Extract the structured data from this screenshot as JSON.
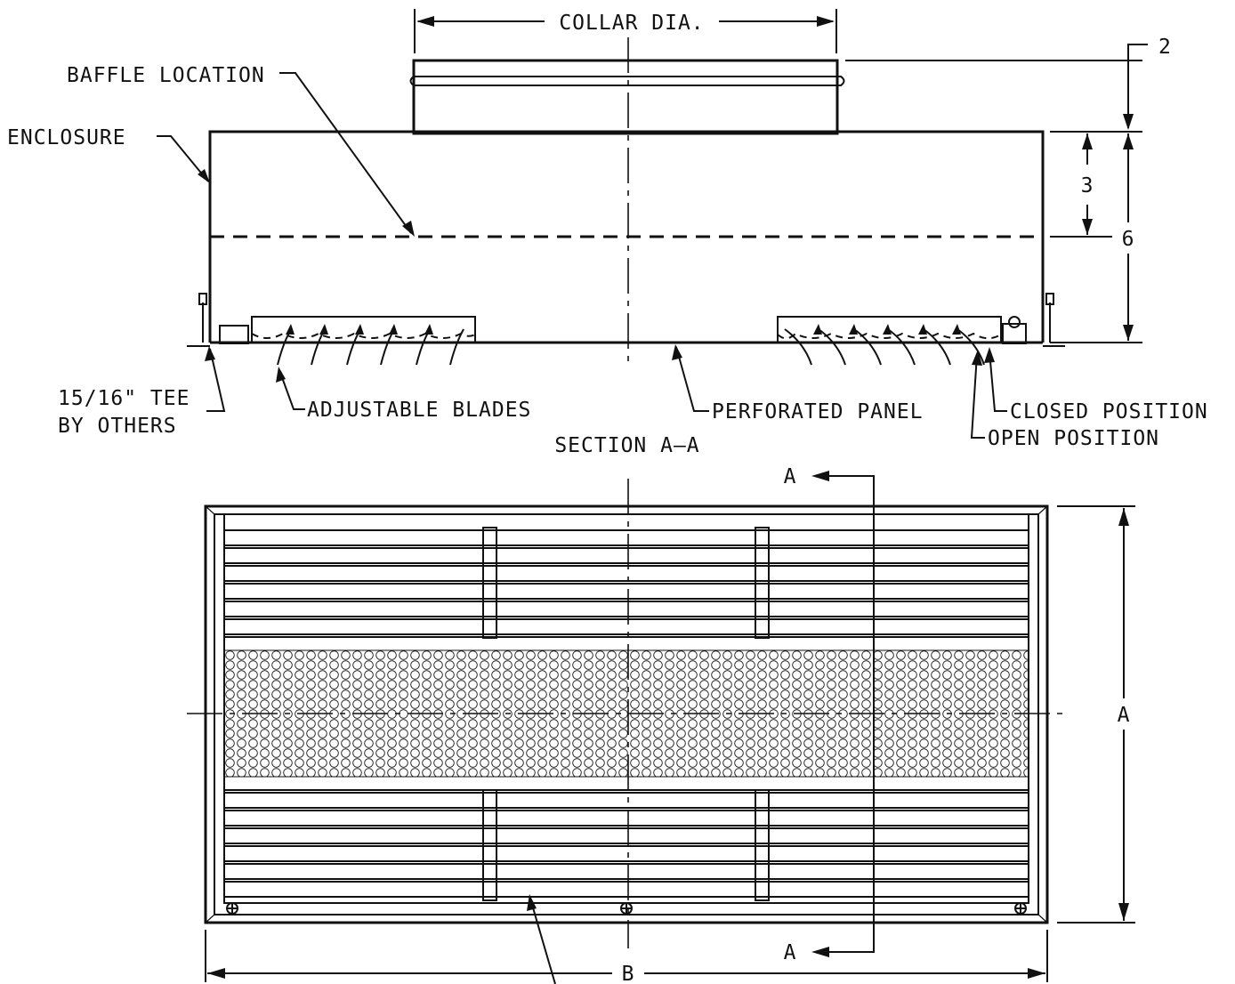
{
  "labels": {
    "collar_dia": "COLLAR DIA.",
    "baffle_location": "BAFFLE LOCATION",
    "enclosure": "ENCLOSURE",
    "tee_line1": "15/16\" TEE",
    "tee_line2": "BY OTHERS",
    "adjustable_blades": "ADJUSTABLE BLADES",
    "perforated_panel": "PERFORATED PANEL",
    "closed_position": "CLOSED POSITION",
    "open_position": "OPEN POSITION",
    "section_title": "SECTION A—A",
    "section_mark_top": "A",
    "section_mark_bottom": "A",
    "dim_a": "A",
    "dim_b": "B"
  },
  "dimensions": {
    "collar_height": "2",
    "baffle_depth": "3",
    "enclosure_height": "6"
  },
  "colors": {
    "line": "#111111",
    "background": "#ffffff"
  }
}
